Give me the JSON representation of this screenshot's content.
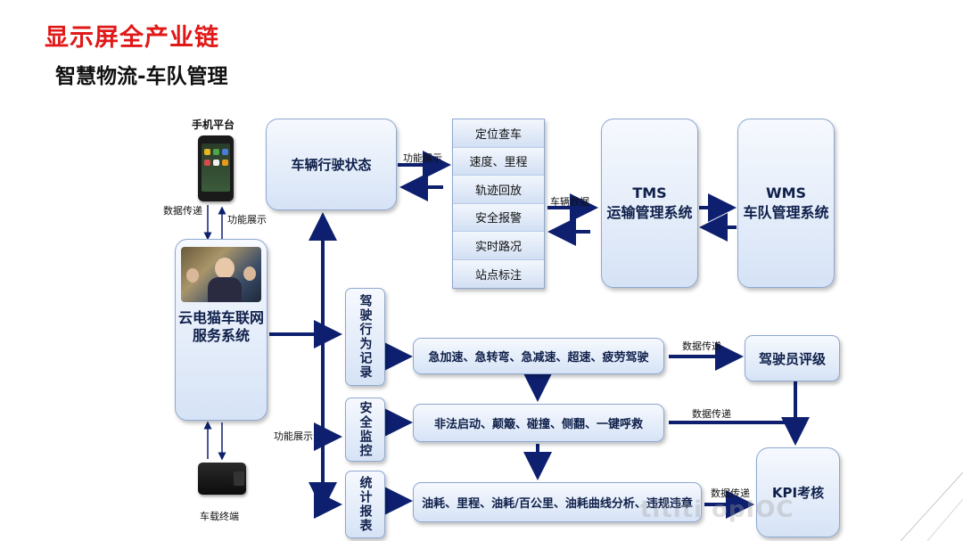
{
  "title": "显示屏全产业链",
  "subtitle": "智慧物流-车队管理",
  "labels": {
    "phone": "手机平台",
    "terminal": "车载终端",
    "data_transfer": "数据传递",
    "func_show": "功能展示",
    "vehicle_data": "车辆数据"
  },
  "nodes": {
    "vehicle_status": "车辆行驶状态",
    "cloud_line1": "云电猫车联网",
    "cloud_line2": "服务系统",
    "tms_code": "TMS",
    "tms_name": "运输管理系统",
    "wms_code": "WMS",
    "wms_name": "车队管理系统",
    "driving_record": "驾驶行为记录",
    "safety_monitor": "安全监控",
    "stats_report": "统计报表",
    "behavior_items": "急加速、急转弯、急减速、超速、疲劳驾驶",
    "safety_items": "非法启动、颠簸、碰撞、侧翻、一键呼救",
    "report_items": "油耗、里程、油耗/百公里、油耗曲线分析、违规违章",
    "driver_rating": "驾驶员评级",
    "kpi": "KPI考核"
  },
  "features": [
    "定位查车",
    "速度、里程",
    "轨迹回放",
    "安全报警",
    "实时路况",
    "站点标注"
  ],
  "watermark": "tititi   opIOC",
  "colors": {
    "title": "#e01818",
    "arrow": "#0d1f6e",
    "box_top": "#f6f9fe",
    "box_bottom": "#d6e3f6"
  }
}
